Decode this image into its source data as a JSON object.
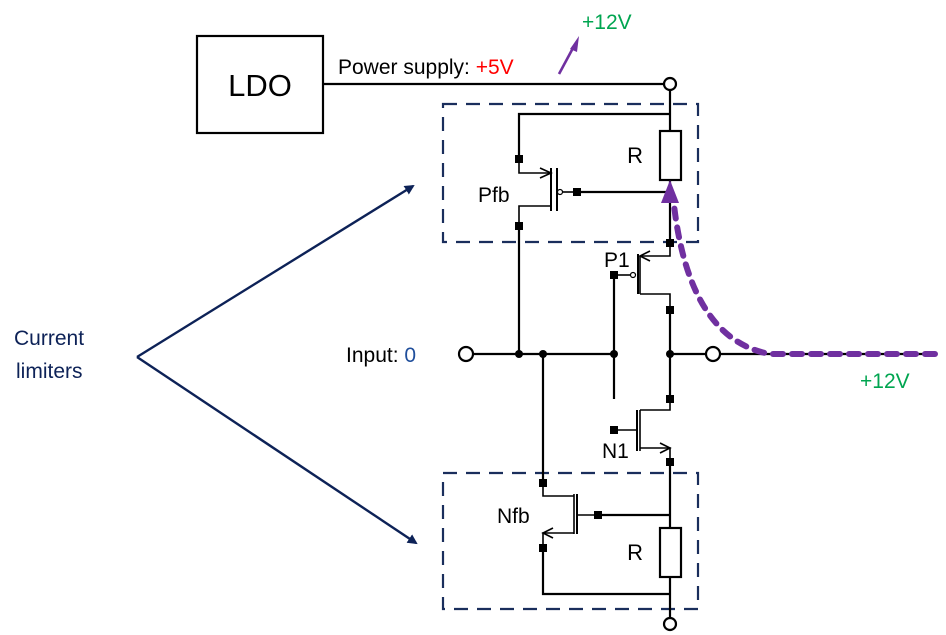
{
  "diagram": {
    "ldo_label": "LDO",
    "power_supply": {
      "label": "Power supply: ",
      "value": "+5V",
      "boost_value": "+12V"
    },
    "input": {
      "label": "Input: ",
      "value": "0"
    },
    "output_value": "+12V",
    "current_limiters_line1": "Current",
    "current_limiters_line2": "limiters",
    "transistors": {
      "pfb": "Pfb",
      "p1": "P1",
      "n1": "N1",
      "nfb": "Nfb"
    },
    "resistor_top": "R",
    "resistor_bottom": "R",
    "colors": {
      "wire": "#000000",
      "limiter_box": "#1a2e5c",
      "annotation": "#0d2257",
      "supply_value": "#ff0000",
      "boost": "#00a550",
      "input_value": "#1f4e9b",
      "current_path": "#7030a0"
    }
  }
}
